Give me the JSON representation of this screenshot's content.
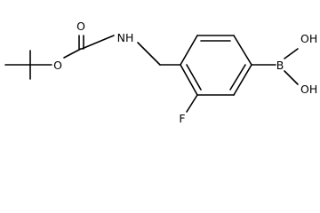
{
  "molecule": {
    "labels": {
      "carbonyl_oxygen": "O",
      "ester_oxygen": "O",
      "amine": "NH",
      "fluorine": "F",
      "boron": "B",
      "hydroxyl_top": "OH",
      "hydroxyl_bottom": "OH"
    }
  }
}
